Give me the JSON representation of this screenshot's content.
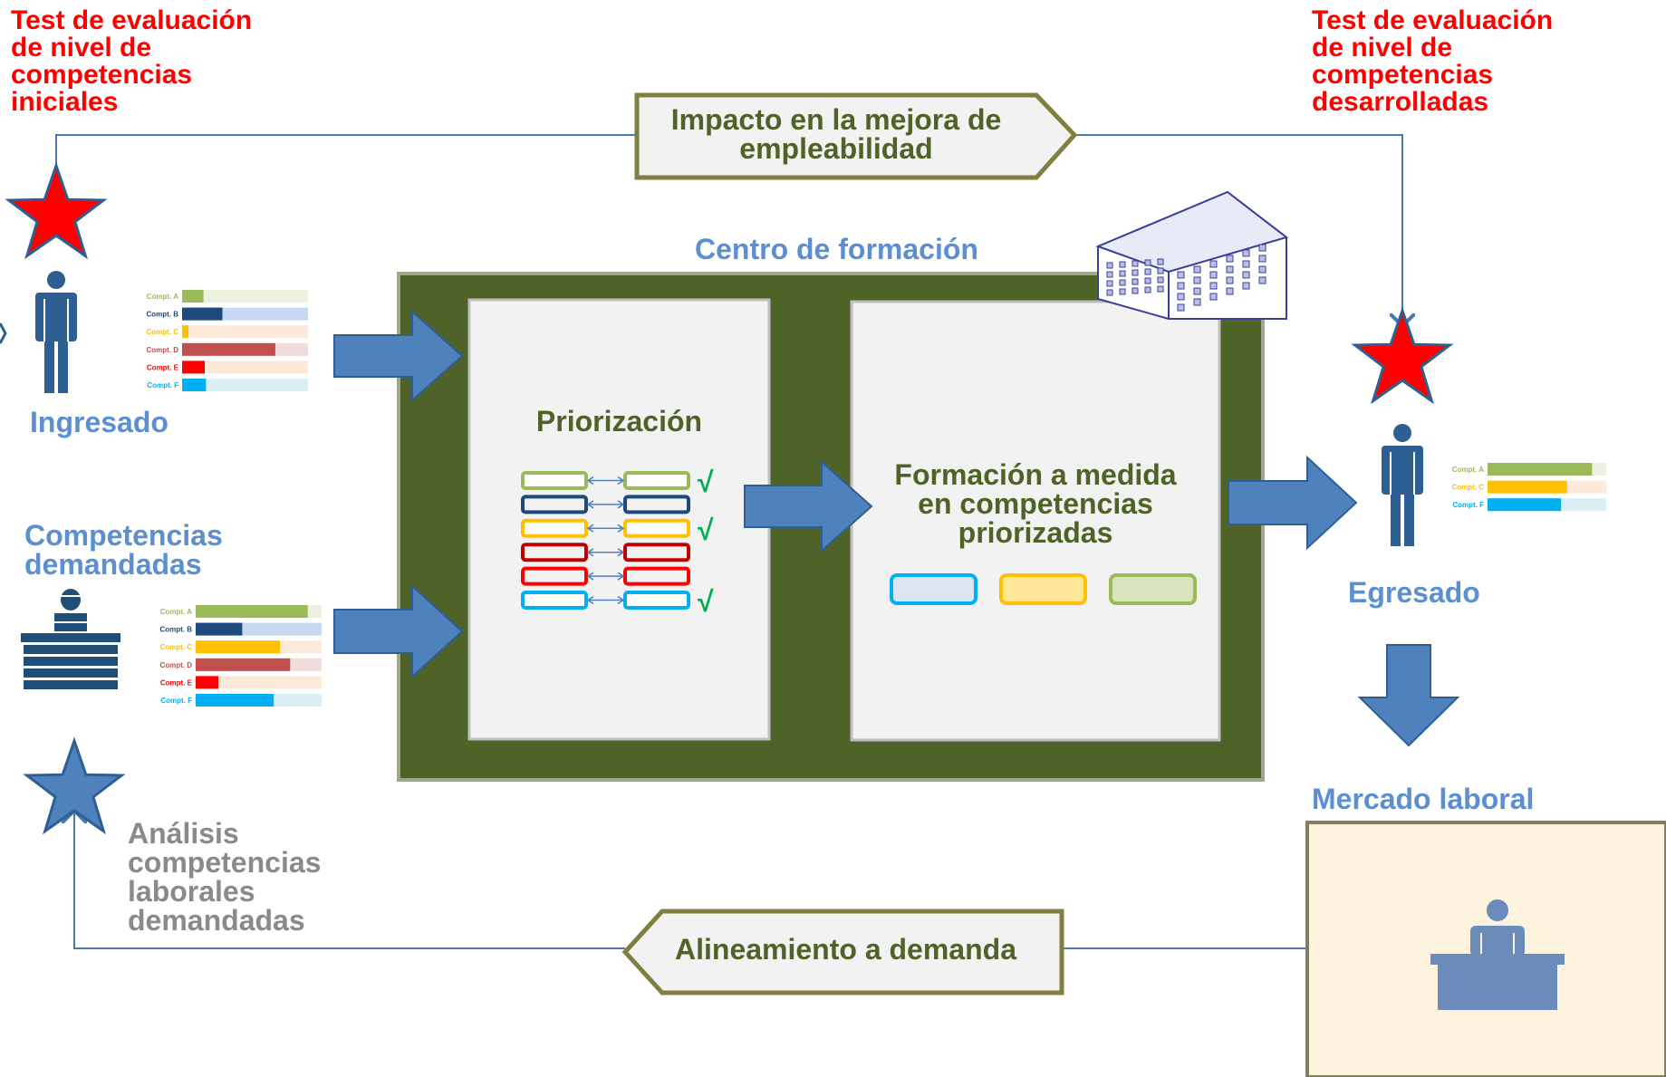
{
  "labels": {
    "test_inicial": [
      "Test de evaluación",
      "de nivel de",
      "competencias",
      "iniciales"
    ],
    "test_desarrollado": [
      "Test de evaluación",
      "de nivel de",
      "competencias",
      "desarrolladas"
    ],
    "impacto": [
      "Impacto en la mejora de",
      "empleabilidad"
    ],
    "centro": "Centro de formación",
    "ingresado": "Ingresado",
    "competencias_demandadas": [
      "Competencias",
      "demandadas"
    ],
    "priorizacion": "Priorización",
    "formacion": [
      "Formación a medida",
      "en competencias",
      "priorizadas"
    ],
    "egresado": "Egresado",
    "mercado": "Mercado laboral",
    "analisis": [
      "Análisis",
      "competencias",
      "laborales",
      "demandadas"
    ],
    "alineamiento": "Alineamiento a demanda",
    "check": "√"
  },
  "bars_ingresado": [
    {
      "label": "Compt. A",
      "level": 0.17,
      "color": "#9bbb59",
      "bg": "#ebf1de"
    },
    {
      "label": "Compt. B",
      "level": 0.32,
      "color": "#1f497d",
      "bg": "#c6d9f1"
    },
    {
      "label": "Compt. C",
      "level": 0.05,
      "color": "#ffc000",
      "bg": "#fdeada"
    },
    {
      "label": "Compt. D",
      "level": 0.74,
      "color": "#c0504d",
      "bg": "#f2dcdb"
    },
    {
      "label": "Compt. E",
      "level": 0.18,
      "color": "#ff0000",
      "bg": "#fde9d9"
    },
    {
      "label": "Compt. F",
      "level": 0.19,
      "color": "#00b0f0",
      "bg": "#dbeef4"
    }
  ],
  "bars_demandadas": [
    {
      "label": "Compt. A",
      "level": 0.89,
      "color": "#9bbb59",
      "bg": "#ebf1de"
    },
    {
      "label": "Compt. B",
      "level": 0.37,
      "color": "#1f497d",
      "bg": "#c6d9f1"
    },
    {
      "label": "Compt. C",
      "level": 0.67,
      "color": "#ffc000",
      "bg": "#fdeada"
    },
    {
      "label": "Compt. D",
      "level": 0.75,
      "color": "#c0504d",
      "bg": "#f2dcdb"
    },
    {
      "label": "Compt. E",
      "level": 0.18,
      "color": "#ff0000",
      "bg": "#fde9d9"
    },
    {
      "label": "Compt. F",
      "level": 0.62,
      "color": "#00b0f0",
      "bg": "#dbeef4"
    }
  ],
  "bars_egresado": [
    {
      "label": "Compt. A",
      "level": 0.88,
      "color": "#9bbb59",
      "bg": "#ebf1de"
    },
    {
      "label": "Compt. C",
      "level": 0.67,
      "color": "#ffc000",
      "bg": "#fdeada"
    },
    {
      "label": "Compt. F",
      "level": 0.62,
      "color": "#00b0f0",
      "bg": "#dbeef4"
    }
  ],
  "prioritized_colors": [
    "#9bbb59",
    "#1f497d",
    "#ffc000",
    "#c00000",
    "#ff0000",
    "#00b0f0"
  ],
  "prioritized_checked": [
    true,
    false,
    true,
    false,
    false,
    true
  ],
  "colors": {
    "frame": "#4f6228",
    "frame_border": "#9fa88c",
    "panel": "#f2f2f2",
    "arrow": "#4f81bd",
    "arrow_stroke": "#2e5f93",
    "star_red": "#ff0000",
    "star_blue": "#4f81bd",
    "line": "#4a78b0",
    "mercado_bg": "#fdf2dd",
    "mercado_border": "#7f7f5f",
    "check": "#00b050"
  },
  "icons": [
    "star-icon",
    "person-icon",
    "worker-icon",
    "building-icon",
    "desk-person-icon"
  ]
}
